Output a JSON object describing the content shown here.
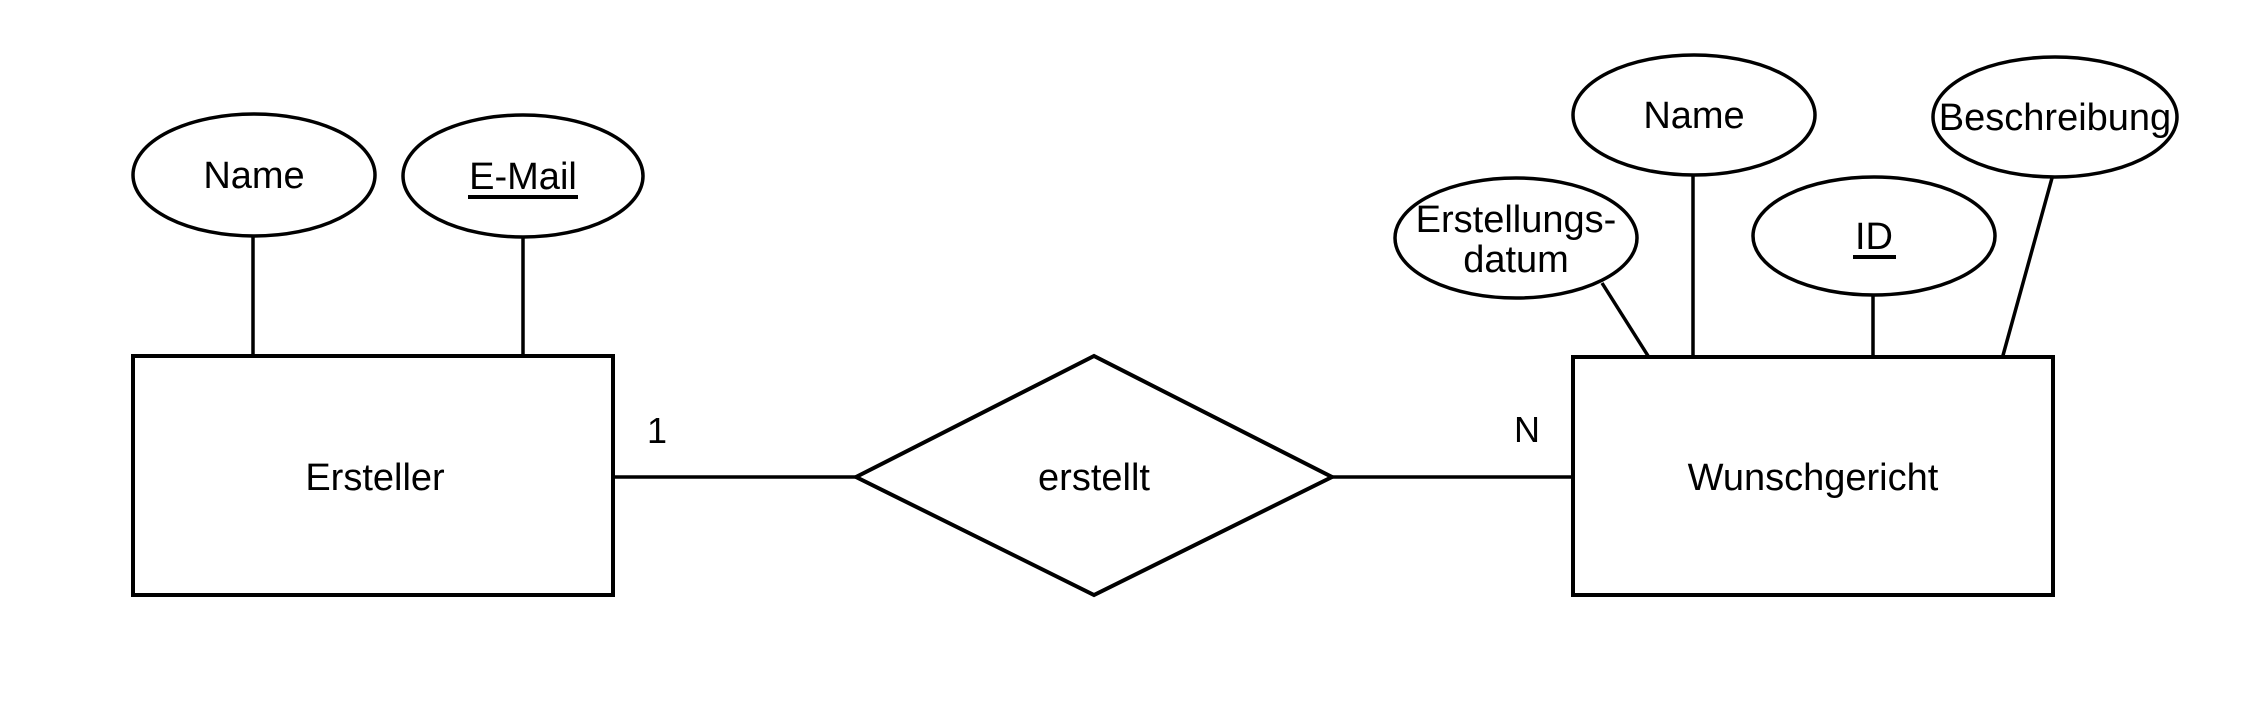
{
  "diagram": {
    "kind": "entity-relationship-diagram",
    "background_color": "#ffffff",
    "stroke_color": "#000000",
    "text_color": "#000000",
    "entities": [
      {
        "label": "Ersteller",
        "attributes": [
          {
            "label": "Name",
            "primary_key": false
          },
          {
            "label": "E-Mail",
            "primary_key": true
          }
        ]
      },
      {
        "label": "Wunschgericht",
        "attributes": [
          {
            "label": "Erstellungs-datum",
            "label_line1": "Erstellungs-",
            "label_line2": "datum",
            "primary_key": false
          },
          {
            "label": "Name",
            "primary_key": false
          },
          {
            "label": "ID",
            "primary_key": true
          },
          {
            "label": "Beschreibung",
            "primary_key": false
          }
        ]
      }
    ],
    "relationship": {
      "label": "erstellt",
      "cardinality_left": "1",
      "cardinality_right": "N"
    }
  }
}
